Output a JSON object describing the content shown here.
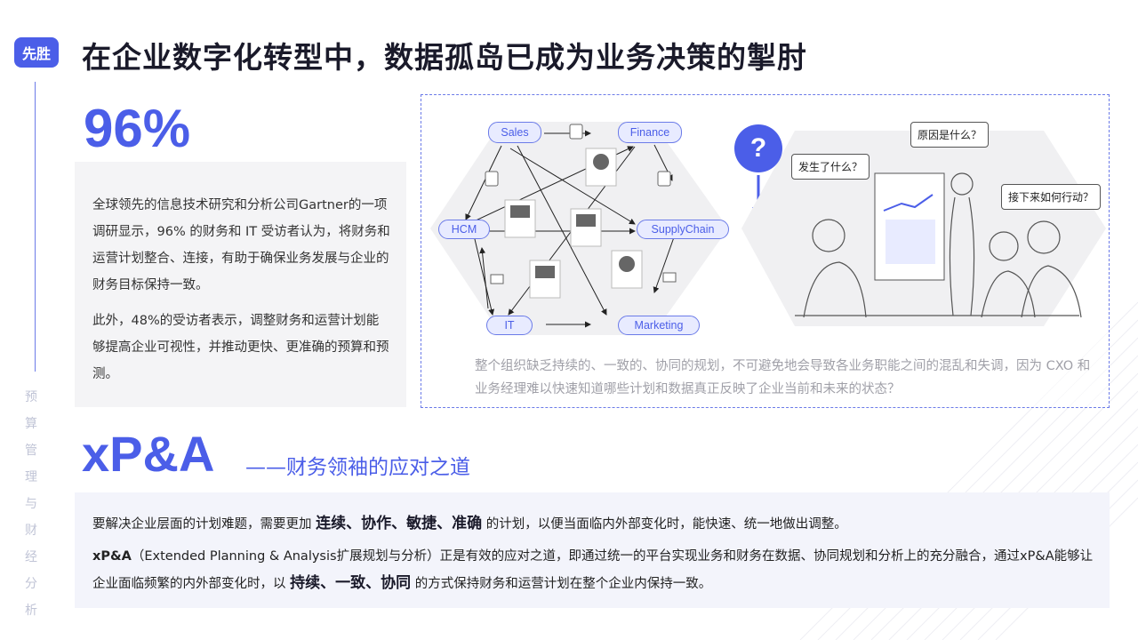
{
  "brand": {
    "logo_text": "先胜"
  },
  "rail": {
    "label": "预算管理与财经分析"
  },
  "title": "在企业数字化转型中，数据孤岛已成为业务决策的掣肘",
  "stat": {
    "value": "96%"
  },
  "description": {
    "para1": "全球领先的信息技术研究和分析公司Gartner的一项调研显示，96% 的财务和 IT 受访者认为，将财务和运营计划整合、连接，有助于确保业务发展与企业的财务目标保持一致。",
    "para2": "此外，48%的受访者表示，调整财务和运营计划能够提高企业可视性，并推动更快、更准确的预算和预测。"
  },
  "diagram": {
    "nodes": {
      "sales": "Sales",
      "finance": "Finance",
      "hcm": "HCM",
      "supplychain": "SupplyChain",
      "it": "IT",
      "marketing": "Marketing"
    },
    "question_mark": "?",
    "bubbles": {
      "what_happened": "发生了什么？",
      "why": "原因是什么？",
      "next": "接下来如何行动？"
    },
    "caption": "整个组织缺乏持续的、一致的、协同的规划，不可避免地会导致各业务职能之间的混乱和失调，因为 CXO 和业务经理难以快速知道哪些计划和数据真正反映了企业当前和未来的状态？",
    "icons": [
      "document-icon",
      "pie-chart-icon",
      "presentation-icon",
      "mail-icon"
    ]
  },
  "xpa": {
    "heading": "xP&A",
    "subtitle": "——财务领袖的应对之道"
  },
  "bottom": {
    "line1_pre": "要解决企业层面的计划难题，需要更加 ",
    "line1_em": "连续、协作、敏捷、准确",
    "line1_post": " 的计划，以便当面临内外部变化时，能快速、统一地做出调整。",
    "line2_bold": "xP&A",
    "line2_mid": "（Extended Planning & Analysis扩展规划与分析）正是有效的应对之道，即通过统一的平台实现业务和财务在数据、协同规划和分析上的充分融合，通过xP&A能够让企业面临频繁的内外部变化时，以 ",
    "line2_em": "持续、一致、协同",
    "line2_post": " 的方式保持财务和运营计划在整个企业内保持一致。"
  },
  "colors": {
    "accent": "#4b5ee8",
    "panel_bg": "#f4f4f6",
    "bottom_bg": "#f3f4fb",
    "caption": "#a0a0a8"
  }
}
